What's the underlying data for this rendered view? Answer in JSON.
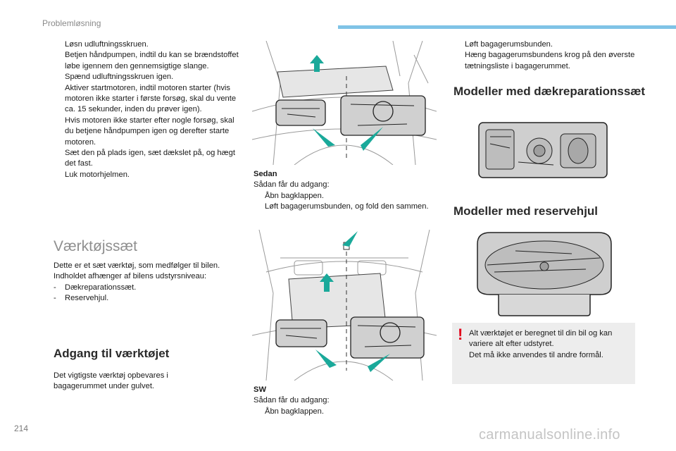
{
  "header": {
    "section": "Problemløsning",
    "accent_color": "#7fc3e6"
  },
  "left": {
    "steps": [
      "Løsn udluftningsskruen.",
      "Betjen håndpumpen, indtil du kan se brændstoffet løbe igennem den gennemsigtige slange.",
      "Spænd udluftningsskruen igen.",
      "Aktiver startmotoren, indtil motoren starter (hvis motoren ikke starter i første forsøg, skal du vente ca. 15 sekunder, inden du prøver igen).",
      "Hvis motoren ikke starter efter nogle forsøg, skal du betjene håndpumpen igen og derefter starte motoren.",
      "Sæt den på plads igen, sæt dækslet på, og hægt det fast.",
      "Luk motorhjelmen."
    ],
    "bullet_glyph": "",
    "toolkit_heading": "Værktøjssæt",
    "toolkit_intro": "Dette er et sæt værktøj, som medfølger til bilen. Indholdet afhænger af bilens udstyrsniveau:",
    "toolkit_items": [
      "Dækreparationssæt.",
      "Reservehjul."
    ],
    "dash": "-",
    "access_heading": "Adgang til værktøjet",
    "access_text": "Det vigtigste værktøj opbevares i bagagerummet under gulvet."
  },
  "middle": {
    "sedan_title": "Sedan",
    "sedan_intro": "Sådan får du adgang:",
    "sedan_steps": [
      "Åbn bagklappen.",
      "Løft bagagerumsbunden, og fold den sammen."
    ],
    "sw_title": "SW",
    "sw_intro": "Sådan får du adgang:",
    "sw_steps": [
      "Åbn bagklappen."
    ]
  },
  "right": {
    "steps": [
      "Løft bagagerumsbunden.",
      "Hæng bagagerumsbundens krog på den øverste tætningsliste i bagagerummet."
    ],
    "kit_heading": "Modeller med dækreparationssæt",
    "spare_heading": "Modeller med reservehjul",
    "note_mark": "!",
    "note_text_1": "Alt værktøjet er beregnet til din bil og kan variere alt efter udstyret.",
    "note_text_2": "Det må ikke anvendes til andre formål.",
    "note_color": "#e2001a",
    "arrow_color": "#1aa99a"
  },
  "footer": {
    "page_number": "214",
    "watermark": "carmanualsonline.info"
  }
}
